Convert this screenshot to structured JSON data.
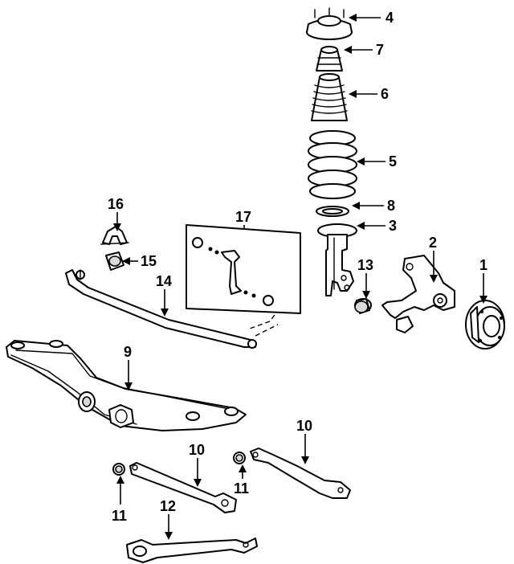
{
  "callouts": {
    "c1": "1",
    "c2": "2",
    "c3": "3",
    "c4": "4",
    "c5": "5",
    "c6": "6",
    "c7": "7",
    "c8": "8",
    "c9": "9",
    "c10a": "10",
    "c10b": "10",
    "c11a": "11",
    "c11b": "11",
    "c12": "12",
    "c13": "13",
    "c14": "14",
    "c15": "15",
    "c16": "16",
    "c17": "17"
  }
}
